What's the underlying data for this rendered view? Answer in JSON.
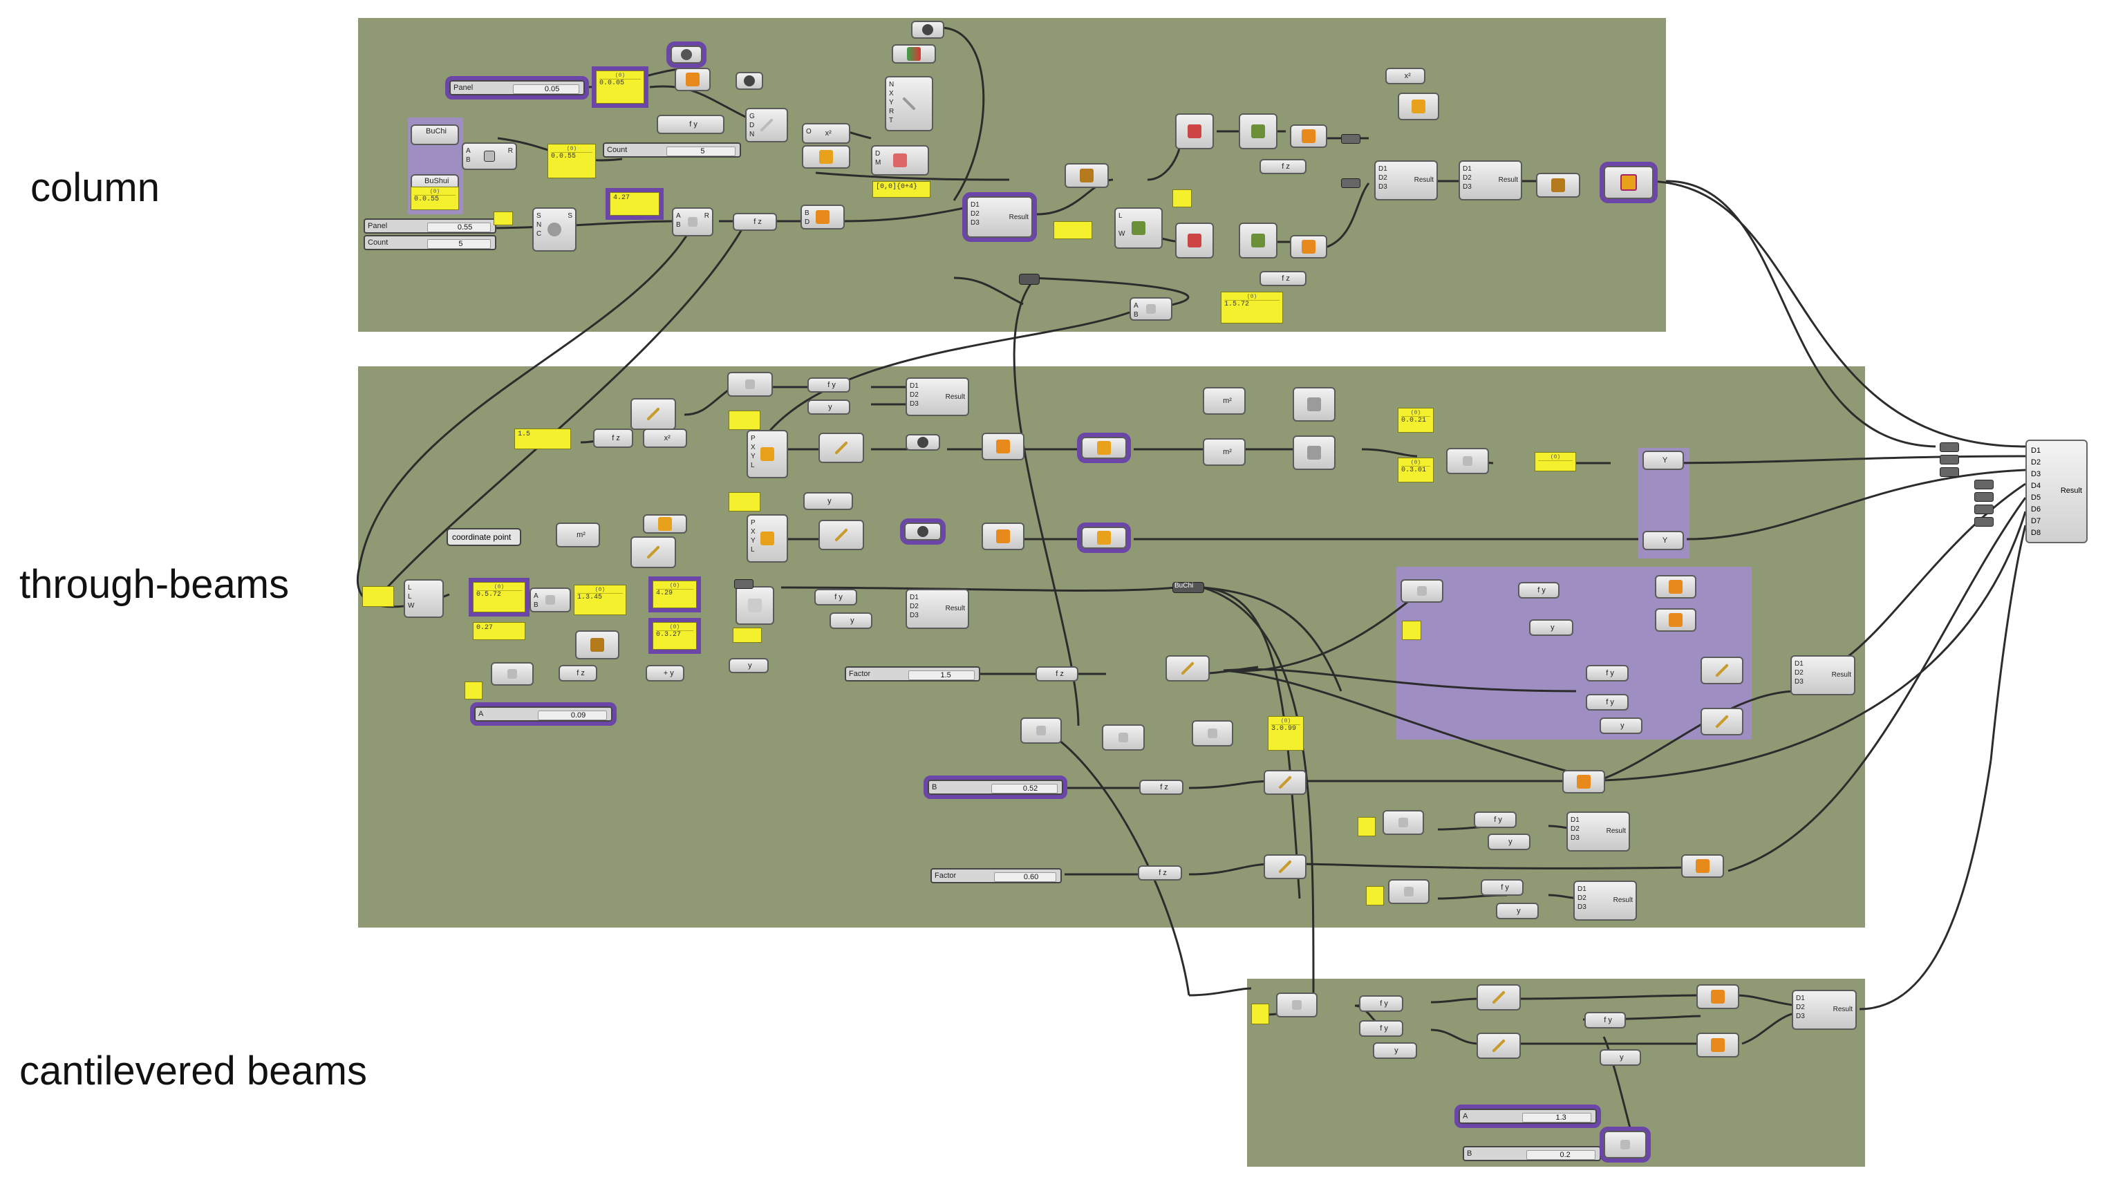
{
  "section_labels": {
    "column": "column",
    "through_beams": "through-beams",
    "cantilevered_beams": "cantilevered beams"
  },
  "colors": {
    "group_fill": "#8f9a74",
    "panel_yellow": "#f4f02e",
    "selection_purple": "#6b46a8",
    "wire": "#2c2c2c",
    "node_grey": "#d8d8d8"
  },
  "column": {
    "panel_slider": {
      "name": "Panel",
      "value": "0.05"
    },
    "panel_slider_2": {
      "name": "Panel",
      "value": "0.55"
    },
    "count_slider": {
      "name": "Count",
      "value": "5"
    },
    "count_slider_2": {
      "name": "Count",
      "value": "5"
    },
    "buchi_param": "BuChi",
    "bushui_param": "BuShui",
    "panels": [
      "0.0.05",
      "0.0.55",
      "4.27",
      "1.5.72"
    ],
    "merge_inputs": [
      "D1",
      "D2",
      "D3"
    ],
    "merge_output": "Result",
    "expression_panel": "[0,0]{0+4}"
  },
  "through_beams": {
    "panel_values": [
      "1.5",
      "0.5.72",
      "0.27",
      "1.3.45",
      "4.29",
      "0.3.27",
      "0.0.21",
      "3.0.99",
      "0.3.01"
    ],
    "coordinate_point": "coordinate point",
    "factor_slider": {
      "name": "Factor",
      "value": "1.5"
    },
    "factor_slider_2": {
      "name": "Factor",
      "value": "0.60"
    },
    "b_slider": {
      "name": "B",
      "value": "0.52"
    },
    "a_slider": {
      "name": "A",
      "value": "0.09"
    },
    "buchi_relay": "BuChi",
    "merge_output": "Result"
  },
  "cantilevered": {
    "a_slider": {
      "name": "A",
      "value": "1.3"
    },
    "b_slider": {
      "name": "B",
      "value": "0.2"
    },
    "merge_output": "Result"
  },
  "final_merge": {
    "inputs": [
      "D1",
      "D2",
      "D3",
      "D4",
      "D5",
      "D6",
      "D7",
      "D8"
    ],
    "output": "Result"
  }
}
